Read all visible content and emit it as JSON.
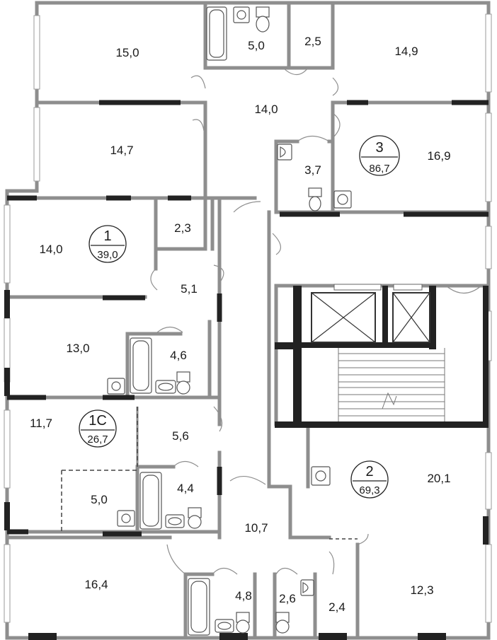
{
  "rooms": [
    {
      "id": "r-15-0",
      "label": "15,0"
    },
    {
      "id": "r-5-0-top",
      "label": "5,0"
    },
    {
      "id": "r-2-5",
      "label": "2,5"
    },
    {
      "id": "r-14-9",
      "label": "14,9"
    },
    {
      "id": "r-14-0-hall",
      "label": "14,0"
    },
    {
      "id": "r-14-7",
      "label": "14,7"
    },
    {
      "id": "r-3-7",
      "label": "3,7"
    },
    {
      "id": "r-16-9",
      "label": "16,9"
    },
    {
      "id": "r-14-0-left",
      "label": "14,0"
    },
    {
      "id": "r-2-3",
      "label": "2,3"
    },
    {
      "id": "r-5-1",
      "label": "5,1"
    },
    {
      "id": "r-13-0",
      "label": "13,0"
    },
    {
      "id": "r-4-6",
      "label": "4,6"
    },
    {
      "id": "r-11-7",
      "label": "11,7"
    },
    {
      "id": "r-5-6",
      "label": "5,6"
    },
    {
      "id": "r-5-0-bottom",
      "label": "5,0"
    },
    {
      "id": "r-4-4",
      "label": "4,4"
    },
    {
      "id": "r-10-7",
      "label": "10,7"
    },
    {
      "id": "r-20-1",
      "label": "20,1"
    },
    {
      "id": "r-16-4",
      "label": "16,4"
    },
    {
      "id": "r-4-8",
      "label": "4,8"
    },
    {
      "id": "r-2-6",
      "label": "2,6"
    },
    {
      "id": "r-2-4",
      "label": "2,4"
    },
    {
      "id": "r-12-3",
      "label": "12,3"
    }
  ],
  "apartments": [
    {
      "id": "apt-1",
      "number": "1",
      "area": "39,0"
    },
    {
      "id": "apt-1c",
      "number": "1С",
      "area": "26,7"
    },
    {
      "id": "apt-2",
      "number": "2",
      "area": "69,3"
    },
    {
      "id": "apt-3",
      "number": "3",
      "area": "86,7"
    }
  ],
  "colors": {
    "wall": "#8e8e8e",
    "wall_dark": "#222222",
    "background": "#ffffff"
  }
}
